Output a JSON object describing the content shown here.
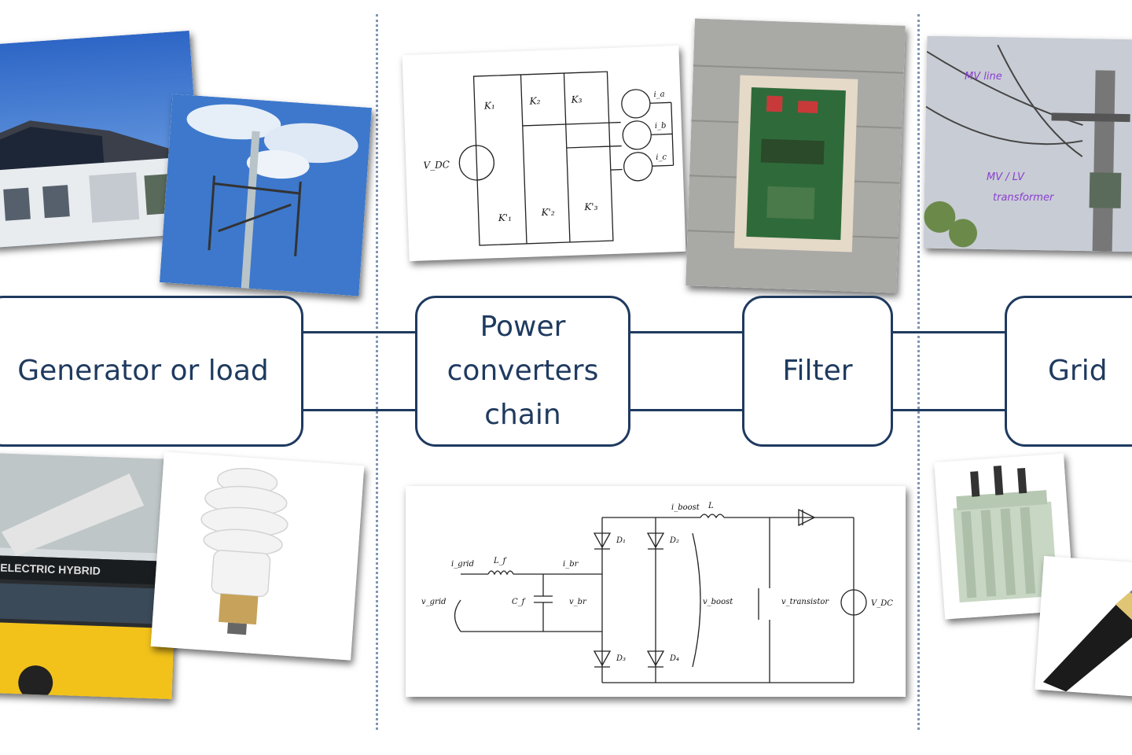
{
  "blocks": {
    "generator": "Generator or load",
    "converters_line1": "Power",
    "converters_line2": "converters",
    "converters_line3": "chain",
    "filter": "Filter",
    "grid": "Grid"
  },
  "photo_labels": {
    "mv_line": "MV line",
    "transformer_line1": "MV / LV",
    "transformer_line2": "transformer",
    "bus_text": "ELECTRIC HYBRID"
  },
  "schematic_top": {
    "k1": "K₁",
    "k2": "K₂",
    "k3": "K₃",
    "k1p": "K'₁",
    "k2p": "K'₂",
    "k3p": "K'₃",
    "vdc": "V_DC",
    "ia": "i_a",
    "ib": "i_b",
    "ic": "i_c"
  },
  "schematic_bottom": {
    "lf": "L_f",
    "cf": "C_f",
    "l": "L",
    "igrid": "i_grid",
    "ifilt": "i_grid",
    "ibr": "i_br",
    "vgrid": "v_grid",
    "vbr": "v_br",
    "vboost": "v_boost",
    "vtr": "v_transistor",
    "vdc": "V_DC",
    "d1": "D₁",
    "d2": "D₂",
    "d3": "D₃",
    "d4": "D₄",
    "iboost": "i_boost"
  },
  "colors": {
    "block_border": "#1f3a5f",
    "divider": "#7f95b3",
    "sky": "#3d78cc",
    "bus_yellow": "#f2c21b",
    "label_purple": "#8a3fd1"
  }
}
